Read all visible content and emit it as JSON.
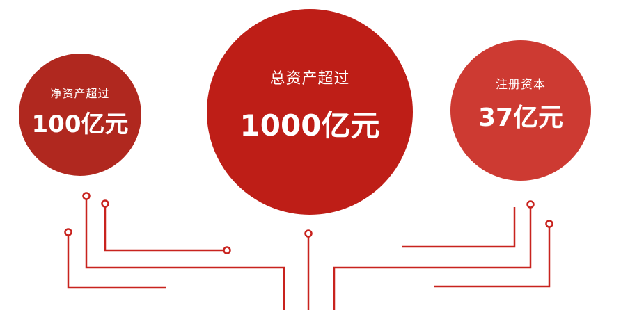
{
  "colors": {
    "background": "#ffffff",
    "circle_left": "#B0281F",
    "circle_center": "#BE1E17",
    "circle_right": "#CD3A32",
    "connector_line": "#C8231E",
    "text": "#ffffff"
  },
  "circles": [
    {
      "id": "net-assets",
      "label": "净资产超过",
      "value": "100亿元"
    },
    {
      "id": "total-assets",
      "label": "总资产超过",
      "value": "1000亿元"
    },
    {
      "id": "registered-capital",
      "label": "注册资本",
      "value": "37亿元"
    }
  ],
  "connectors": {
    "stroke_width": 2.5,
    "node_radius": 4.5
  }
}
